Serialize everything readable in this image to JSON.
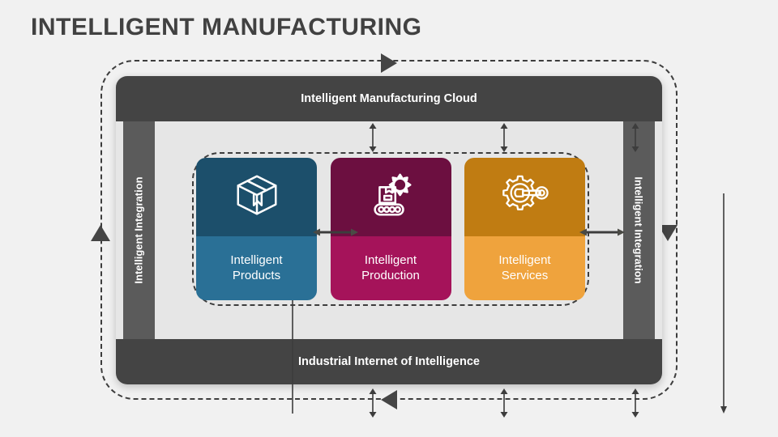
{
  "page": {
    "title": "INTELLIGENT MANUFACTURING",
    "background_color": "#f1f1f1",
    "title_color": "#414141"
  },
  "diagram": {
    "type": "cycle-framework",
    "cloud_band": {
      "label": "Intelligent Manufacturing Cloud",
      "color": "#444444",
      "text_color": "#ffffff"
    },
    "foundation_band": {
      "label": "Industrial Internet of Intelligence",
      "color": "#444444",
      "text_color": "#ffffff"
    },
    "side_bars": [
      {
        "id": "left",
        "label": "Intelligent Integration",
        "color": "#5b5b5b",
        "text_color": "#ffffff",
        "orientation": "bottom-to-top"
      },
      {
        "id": "right",
        "label": "Intelligent Integration",
        "color": "#5b5b5b",
        "text_color": "#ffffff",
        "orientation": "top-to-bottom"
      }
    ],
    "cards": [
      {
        "id": "products",
        "label_line1": "Intelligent",
        "label_line2": "Products",
        "icon": "package-box-icon",
        "icon_color": "#ffffff",
        "top_color": "#1c4f6b",
        "bottom_color": "#2a7096"
      },
      {
        "id": "production",
        "label_line1": "Intelligent",
        "label_line2": "Production",
        "icon": "conveyor-belt-gear-icon",
        "icon_color": "#ffffff",
        "top_color": "#6c0f40",
        "bottom_color": "#a5135a"
      },
      {
        "id": "services",
        "label_line1": "Intelligent",
        "label_line2": "Services",
        "icon": "gear-wrench-icon",
        "icon_color": "#ffffff",
        "top_color": "#c07c12",
        "bottom_color": "#efa33d"
      }
    ],
    "connectors": {
      "outer_loop_direction": "clockwise",
      "outer_loop_style": "dashed",
      "outer_loop_color": "#3d3d3d",
      "inner_box_style": "dashed",
      "arrow_color": "#454545",
      "between_cards": "bidirectional",
      "cloud_to_core": "bidirectional",
      "core_to_foundation": "bidirectional"
    }
  }
}
